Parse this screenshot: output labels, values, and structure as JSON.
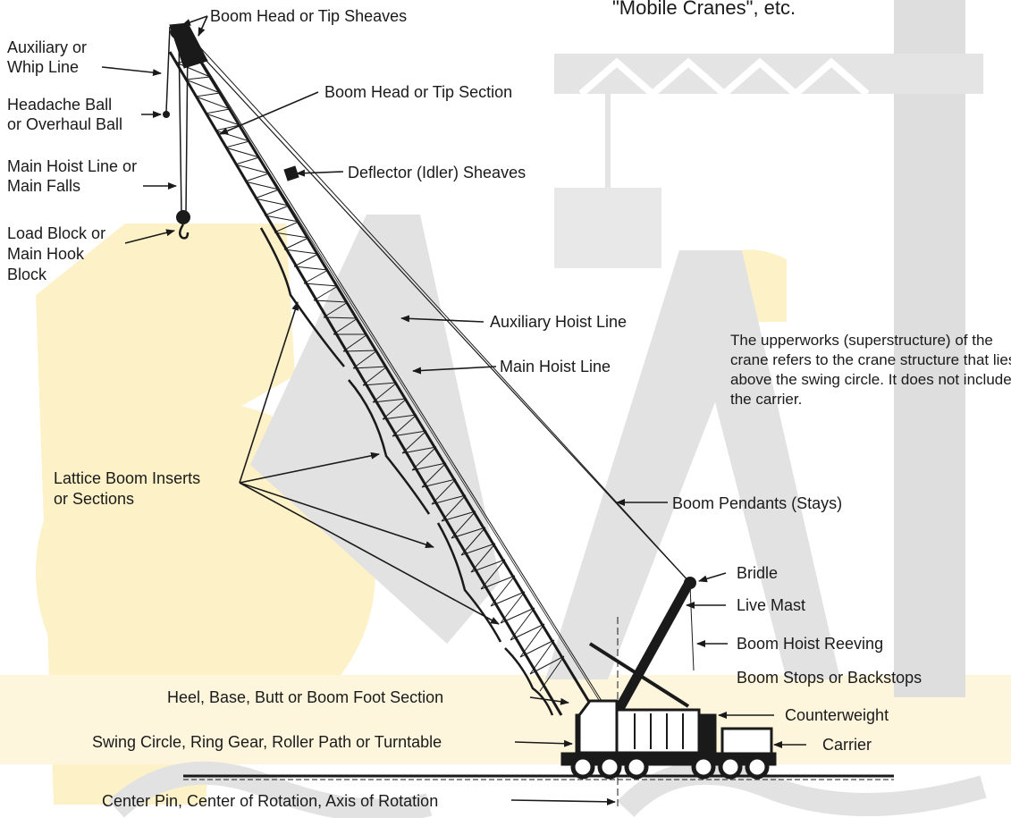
{
  "header_fragment": "\"Mobile Cranes\", etc.",
  "labels": {
    "boom_head_tip_sheaves": "Boom Head or Tip Sheaves",
    "auxiliary_whip_line": [
      "Auxiliary or",
      "Whip Line"
    ],
    "headache_ball": [
      "Headache Ball",
      "or Overhaul Ball"
    ],
    "main_hoist_line_falls": [
      "Main Hoist Line or",
      "Main Falls"
    ],
    "load_block": [
      "Load Block or",
      "Main Hook",
      "Block"
    ],
    "boom_head_tip_section": "Boom Head or Tip Section",
    "deflector_sheaves": "Deflector (Idler) Sheaves",
    "auxiliary_hoist_line": "Auxiliary Hoist Line",
    "main_hoist_line": "Main Hoist Line",
    "lattice_boom_inserts": [
      "Lattice Boom Inserts",
      "or Sections"
    ],
    "boom_pendants": "Boom Pendants (Stays)",
    "bridle": "Bridle",
    "live_mast": "Live Mast",
    "boom_hoist_reeving": "Boom Hoist Reeving",
    "boom_stops": "Boom Stops or Backstops",
    "heel_section": "Heel, Base, Butt or Boom Foot Section",
    "counterweight": "Counterweight",
    "swing_circle": "Swing Circle, Ring Gear, Roller Path or Turntable",
    "carrier": "Carrier",
    "center_pin": "Center Pin, Center of Rotation, Axis of Rotation"
  },
  "upperworks_note": "The upperworks (superstructure) of the crane refers to the crane structure that lies above the swing circle. It does not include the carrier.",
  "colors": {
    "ink": "#1a1a1a",
    "watermark_gray": "#dcdcdc",
    "watermark_yellow": "#fdf1c7"
  }
}
